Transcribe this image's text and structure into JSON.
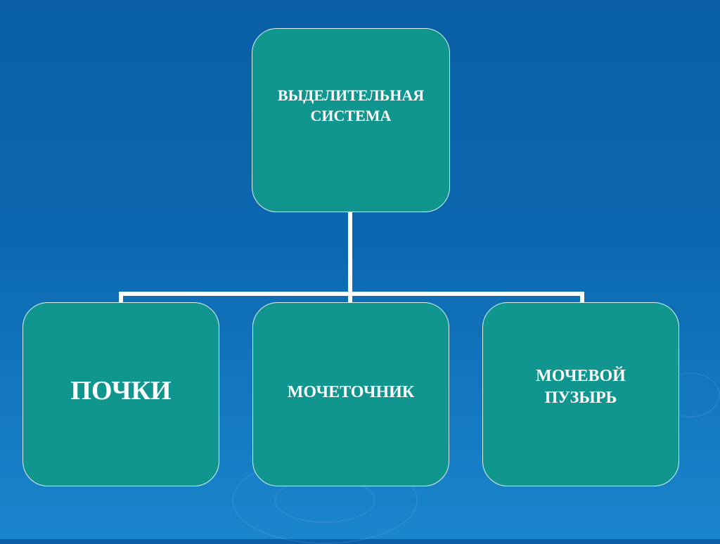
{
  "root": {
    "label": "ВЫДЕЛИТЕЛЬНАЯ\nСИСТЕМА"
  },
  "children": [
    {
      "label": "ПОЧКИ"
    },
    {
      "label": "МОЧЕТОЧНИК"
    },
    {
      "label": "МОЧЕВОЙ\nПУЗЫРЬ"
    }
  ]
}
